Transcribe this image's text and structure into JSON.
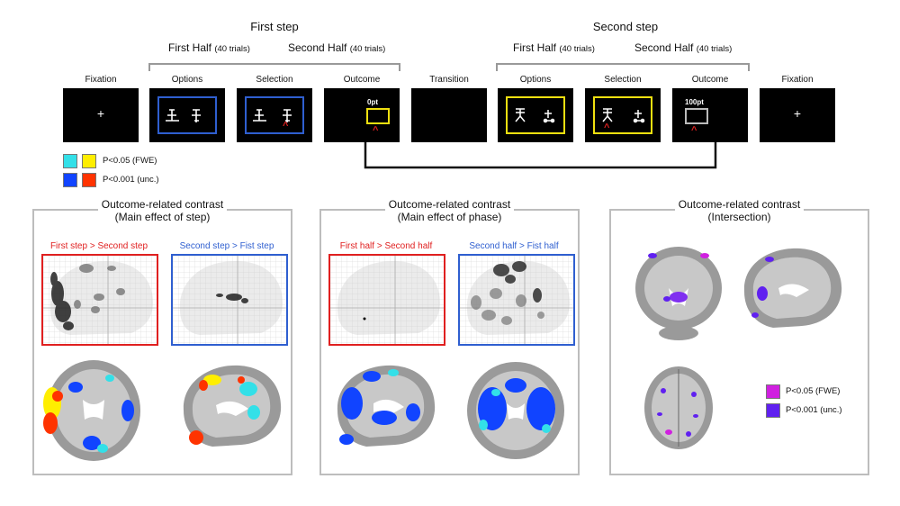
{
  "first_step": {
    "title": "First step",
    "first_half": "First Half",
    "first_half_trials": "(40 trials)",
    "second_half": "Second Half",
    "second_half_trials": "(40 trials)"
  },
  "second_step": {
    "title": "Second step",
    "first_half": "First Half",
    "first_half_trials": "(40 trials)",
    "second_half": "Second Half",
    "second_half_trials": "(40 trials)"
  },
  "screens": [
    {
      "label": "Fixation",
      "content": "+"
    },
    {
      "label": "Options"
    },
    {
      "label": "Selection",
      "marker": "^"
    },
    {
      "label": "Outcome",
      "value": "0pt",
      "marker": "^"
    },
    {
      "label": "Transition"
    },
    {
      "label": "Options"
    },
    {
      "label": "Selection",
      "marker": "^"
    },
    {
      "label": "Outcome",
      "value": "100pt",
      "marker": "^"
    },
    {
      "label": "Fixation",
      "content": "+"
    }
  ],
  "legend_top": {
    "fwe": "P<0.05 (FWE)",
    "unc": "P<0.001 (unc.)"
  },
  "panels": [
    {
      "title1": "Outcome-related contrast",
      "title2": "(Main effect of step)",
      "left_label": "First step > Second step",
      "right_label": "Second step > Fist step"
    },
    {
      "title1": "Outcome-related contrast",
      "title2": "(Main effect of phase)",
      "left_label": "First half > Second half",
      "right_label": "Second half > Fist half"
    },
    {
      "title1": "Outcome-related contrast",
      "title2": "(Intersection)",
      "legend_fwe": "P<0.05 (FWE)",
      "legend_unc": "P<0.001 (unc.)"
    }
  ],
  "colors": {
    "blue_frame": "#2f5fd0",
    "yellow_frame": "#f0e010",
    "red": "#e02020",
    "cyan": "#33e0e8",
    "yellow": "#ffee00",
    "blue": "#1144ff",
    "orange_red": "#ff3300",
    "magenta": "#d020e0",
    "purple": "#6020f0",
    "panel_border": "#bdbdbd"
  }
}
